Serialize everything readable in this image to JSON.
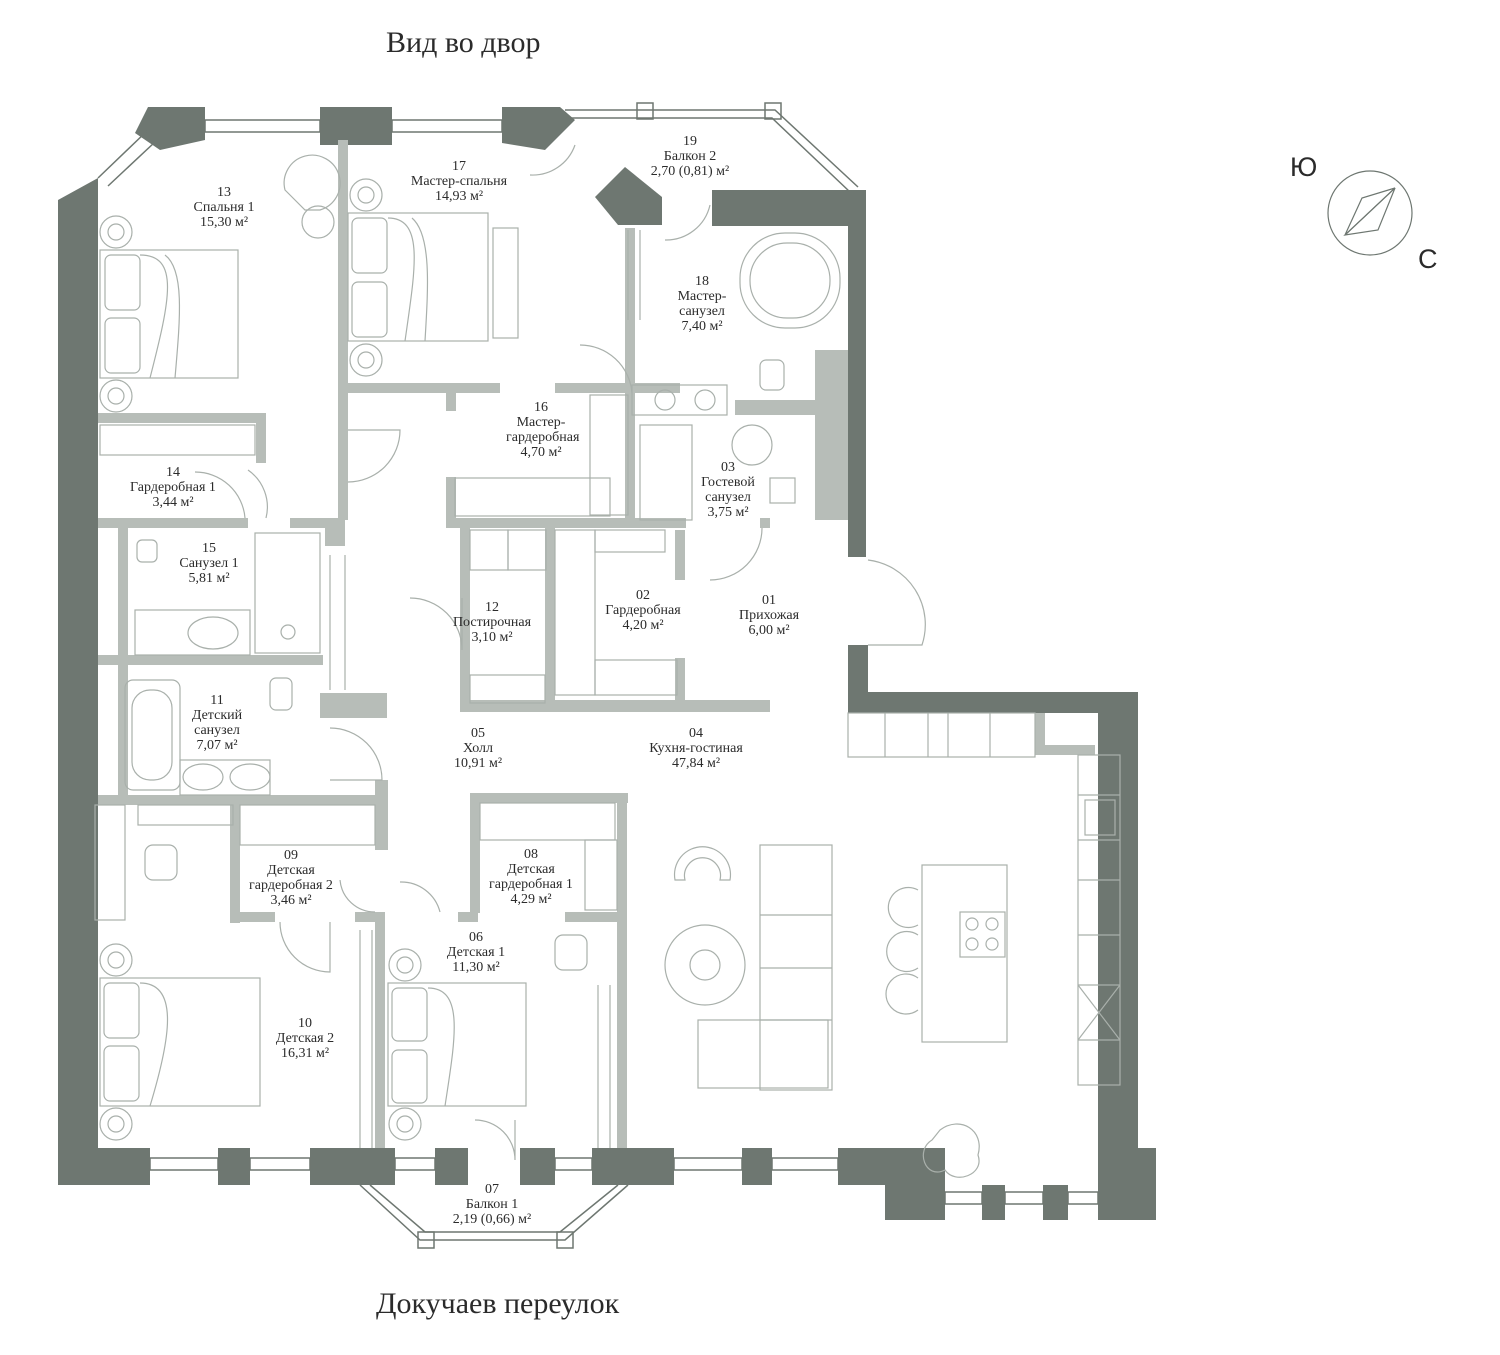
{
  "streets": {
    "top": "Вид во двор",
    "bottom": "Докучаев переулок"
  },
  "compass": {
    "south": "Ю",
    "north": "С"
  },
  "rooms": [
    {
      "num": "01",
      "name": "Прихожая",
      "area": "6,00 м²"
    },
    {
      "num": "02",
      "name": "Гардеробная",
      "area": "4,20 м²"
    },
    {
      "num": "03",
      "name": "Гостевой санузел",
      "area": "3,75 м²"
    },
    {
      "num": "04",
      "name": "Кухня-гостиная",
      "area": "47,84 м²"
    },
    {
      "num": "05",
      "name": "Холл",
      "area": "10,91 м²"
    },
    {
      "num": "06",
      "name": "Детская 1",
      "area": "11,30 м²"
    },
    {
      "num": "07",
      "name": "Балкон 1",
      "area": "2,19 (0,66) м²"
    },
    {
      "num": "08",
      "name": "Детская гардеробная 1",
      "area": "4,29 м²"
    },
    {
      "num": "09",
      "name": "Детская гардеробная 2",
      "area": "3,46 м²"
    },
    {
      "num": "10",
      "name": "Детская 2",
      "area": "16,31 м²"
    },
    {
      "num": "11",
      "name": "Детский санузел",
      "area": "7,07 м²"
    },
    {
      "num": "12",
      "name": "Постирочная",
      "area": "3,10 м²"
    },
    {
      "num": "13",
      "name": "Спальня 1",
      "area": "15,30 м²"
    },
    {
      "num": "14",
      "name": "Гардеробная 1",
      "area": "3,44 м²"
    },
    {
      "num": "15",
      "name": "Санузел 1",
      "area": "5,81 м²"
    },
    {
      "num": "16",
      "name": "Мастер-гардеробная",
      "area": "4,70 м²"
    },
    {
      "num": "17",
      "name": "Мастер-спальня",
      "area": "14,93 м²"
    },
    {
      "num": "18",
      "name": "Мастер-санузел",
      "area": "7,40 м²"
    },
    {
      "num": "19",
      "name": "Балкон 2",
      "area": "2,70 (0,81) м²"
    }
  ],
  "colors": {
    "outer_wall": "#6e7771",
    "inner_wall": "#b7bdb8",
    "furniture": "#a9b0ab",
    "text": "#2b2b2b"
  }
}
